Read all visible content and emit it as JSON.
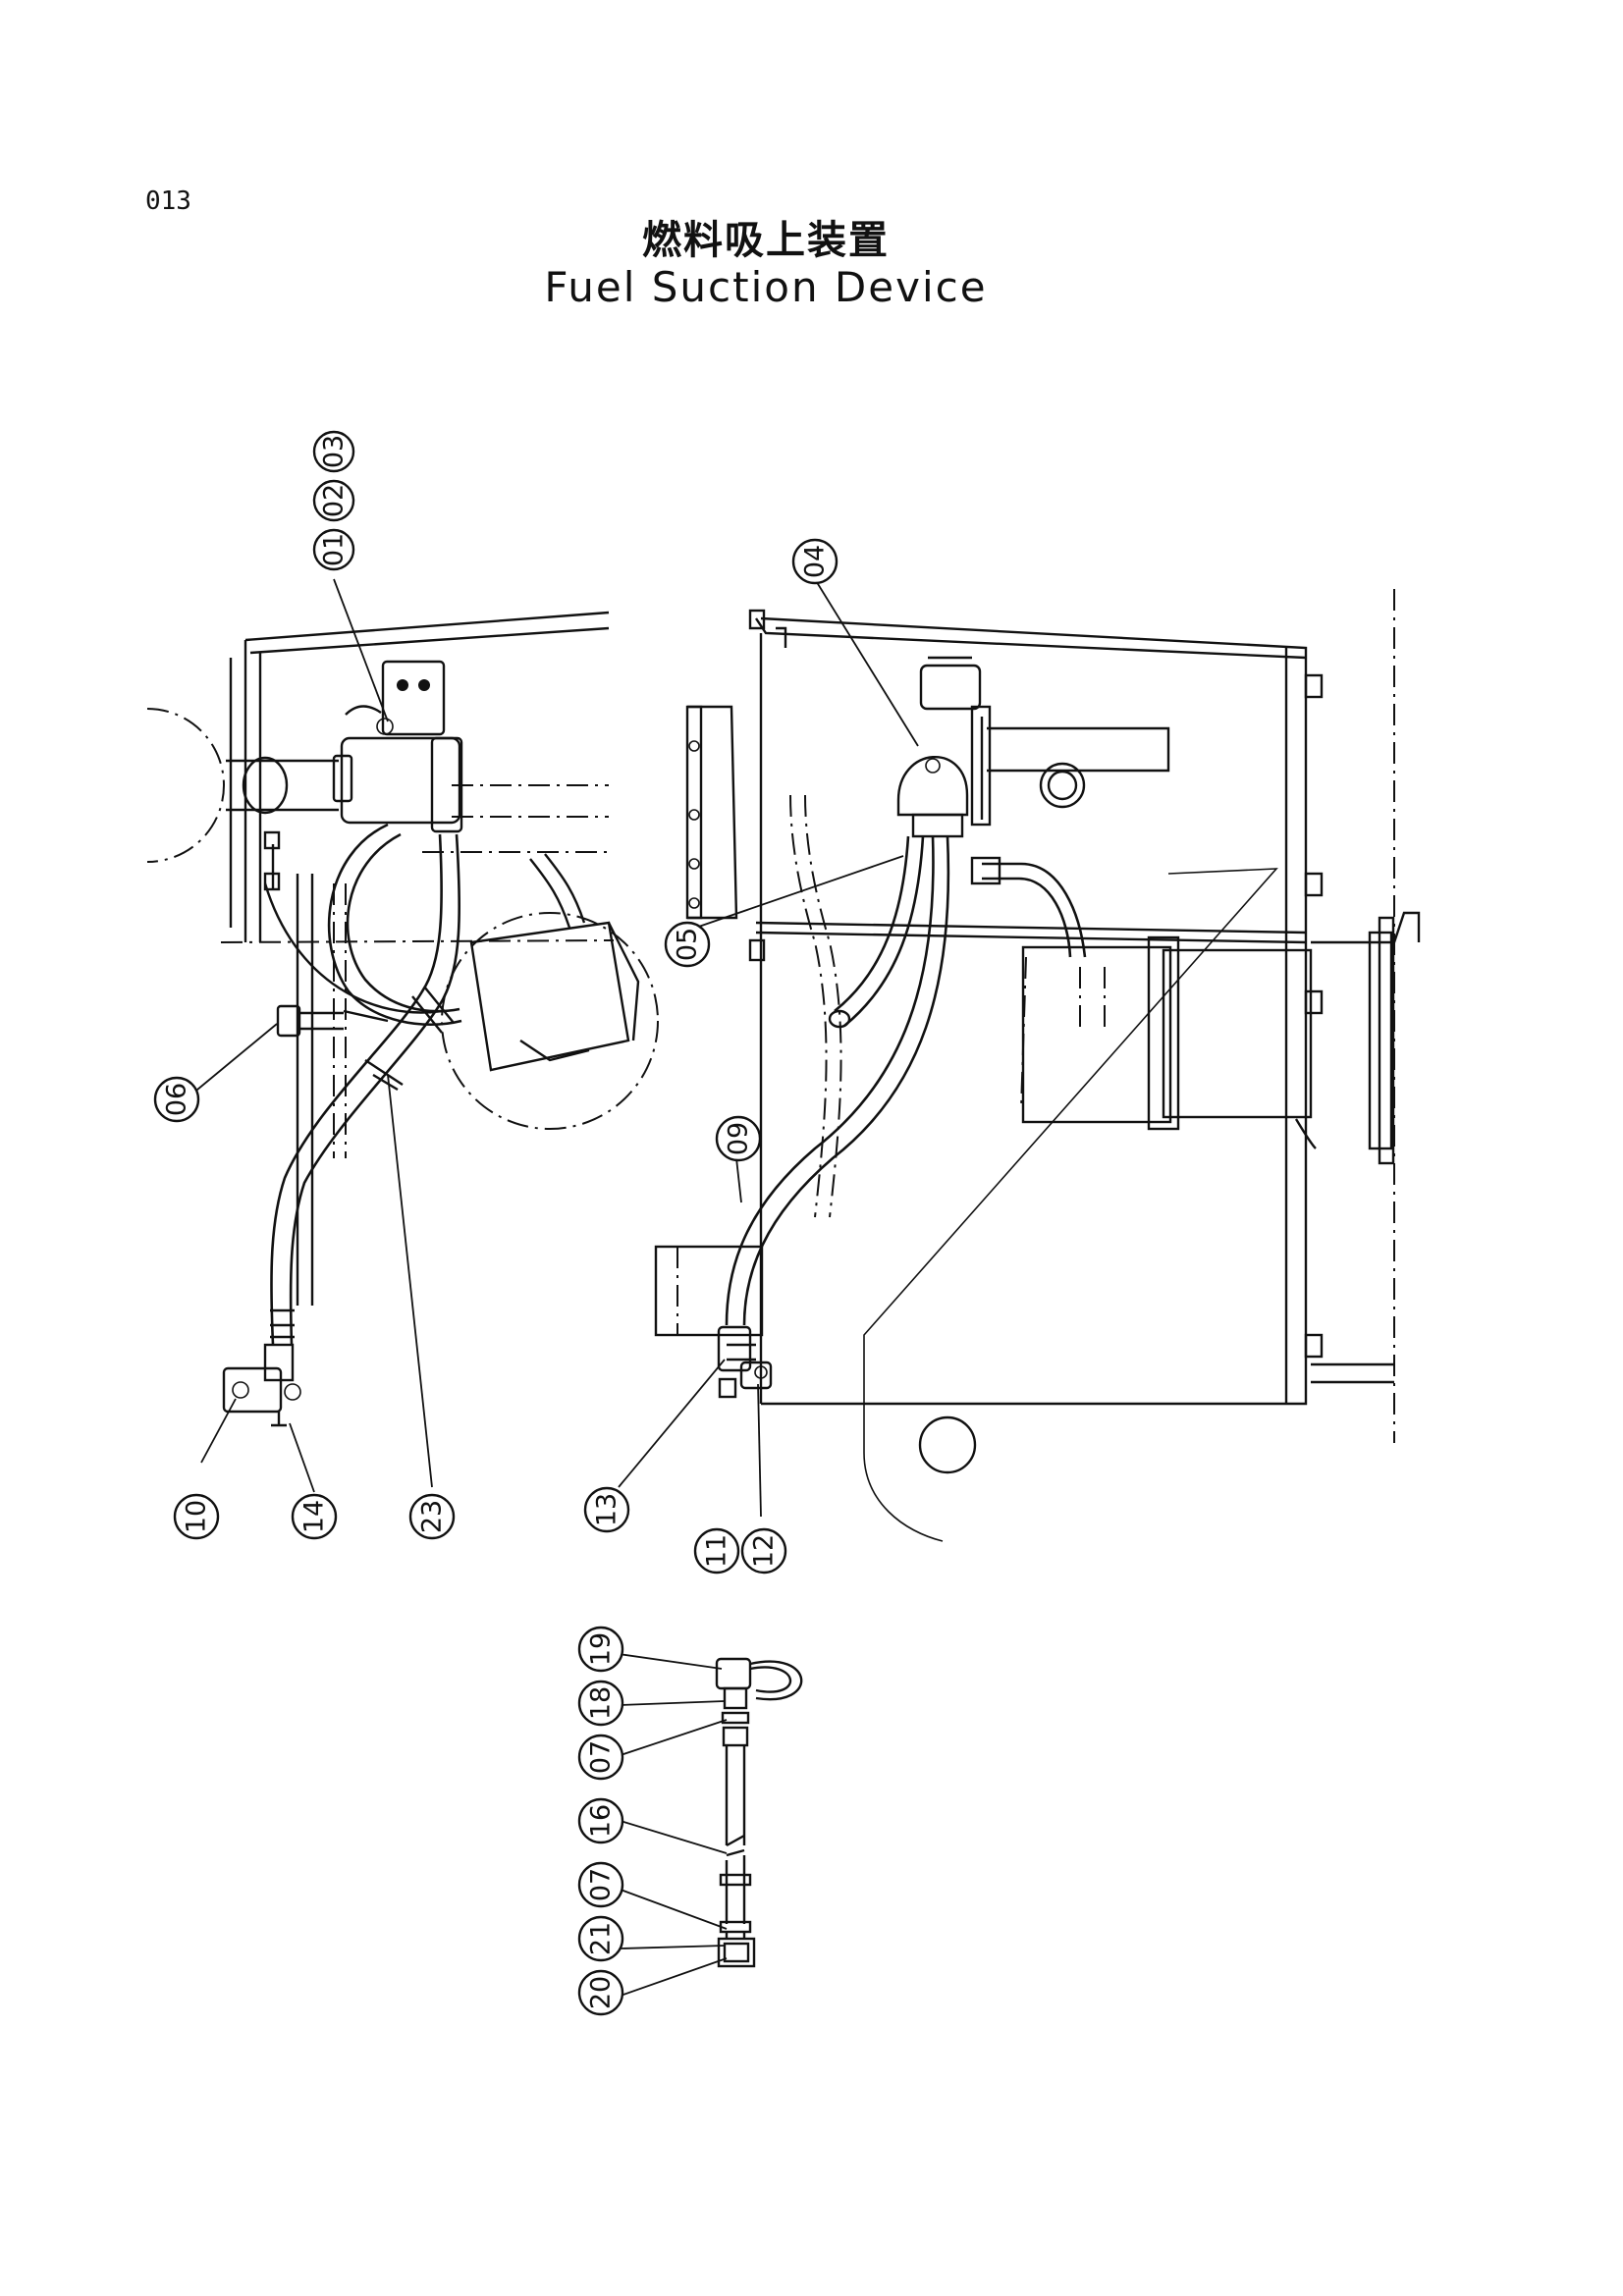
{
  "header": {
    "page_number": "013",
    "title_jp": "燃料吸上装置",
    "title_en": "Fuel Suction Device"
  },
  "callouts": [
    {
      "id": "c01",
      "label": "01"
    },
    {
      "id": "c02",
      "label": "02"
    },
    {
      "id": "c03",
      "label": "03"
    },
    {
      "id": "c04",
      "label": "04"
    },
    {
      "id": "c05",
      "label": "05"
    },
    {
      "id": "c06",
      "label": "06"
    },
    {
      "id": "c09",
      "label": "09"
    },
    {
      "id": "c10",
      "label": "10"
    },
    {
      "id": "c14",
      "label": "14"
    },
    {
      "id": "c23",
      "label": "23"
    },
    {
      "id": "c13",
      "label": "13"
    },
    {
      "id": "c11",
      "label": "11"
    },
    {
      "id": "c12",
      "label": "12"
    },
    {
      "id": "c19",
      "label": "19"
    },
    {
      "id": "c18",
      "label": "18"
    },
    {
      "id": "c07a",
      "label": "07"
    },
    {
      "id": "c16",
      "label": "16"
    },
    {
      "id": "c07b",
      "label": "07"
    },
    {
      "id": "c21",
      "label": "21"
    },
    {
      "id": "c20",
      "label": "20"
    }
  ]
}
